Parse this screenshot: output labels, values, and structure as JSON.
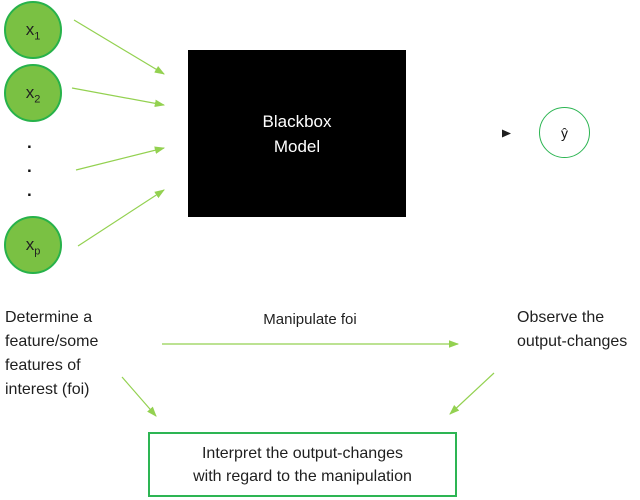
{
  "colors": {
    "input_node_fill": "#7ac143",
    "input_node_border": "#27b24a",
    "arrow_green": "#93d150",
    "model_box_bg": "#000000",
    "model_text": "#ffffff",
    "output_node_border": "#2db553",
    "interpret_box_border": "#2db553",
    "text_color": "#1f1f1f"
  },
  "model_diagram": {
    "inputs": [
      {
        "base": "x",
        "sub": "1"
      },
      {
        "base": "x",
        "sub": "2"
      },
      {
        "base": "x",
        "sub": "p"
      }
    ],
    "ellipsis_dot": ".",
    "model_label": "Blackbox\nModel",
    "output_label": "ŷ"
  },
  "process_diagram": {
    "determine_label": "Determine a\nfeature/some\nfeatures of\ninterest (foi)",
    "manipulate_label": "Manipulate foi",
    "observe_label": "Observe the\noutput-changes",
    "interpret_label": "Interpret the output-changes\nwith regard to the manipulation"
  }
}
